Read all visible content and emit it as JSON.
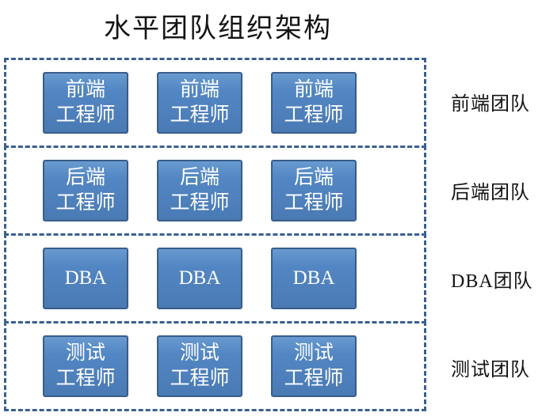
{
  "title": "水平团队组织架构",
  "colors": {
    "box_fill": "#4f81bd",
    "box_border": "#385d8a",
    "dashed_border": "#3a6090",
    "box_text": "#ffffff",
    "label_text": "#141414"
  },
  "teams": [
    {
      "team_label": "前端团队",
      "members": [
        "前端\n工程师",
        "前端\n工程师",
        "前端\n工程师"
      ]
    },
    {
      "team_label": "后端团队",
      "members": [
        "后端\n工程师",
        "后端\n工程师",
        "后端\n工程师"
      ]
    },
    {
      "team_label": "DBA团队",
      "members": [
        "DBA",
        "DBA",
        "DBA"
      ]
    },
    {
      "team_label": "测试团队",
      "members": [
        "测试\n工程师",
        "测试\n工程师",
        "测试\n工程师"
      ]
    }
  ]
}
